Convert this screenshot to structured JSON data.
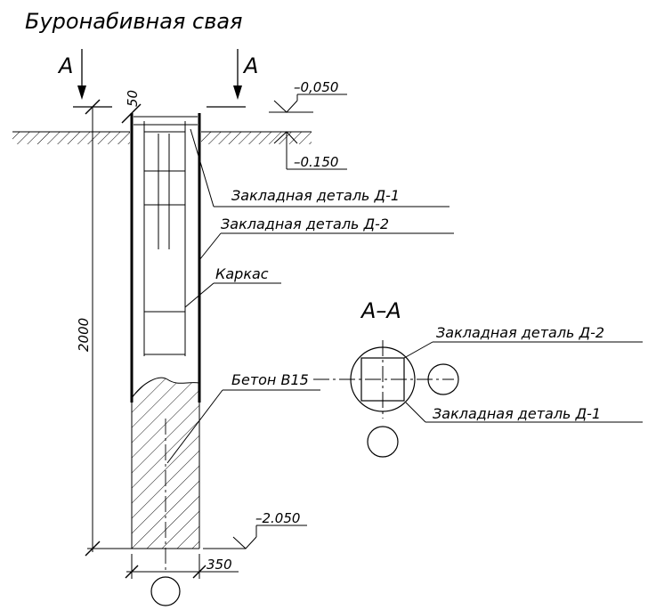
{
  "title": "Буронабивная свая",
  "section_marker": "A",
  "section_title": "A–A",
  "levels": {
    "top": "–0,050",
    "ground": "–0.150",
    "bottom": "–2.050"
  },
  "dimensions": {
    "offset": "50",
    "length": "2000",
    "diameter": "350"
  },
  "labels": {
    "embed_d1": "Закладная деталь Д-1",
    "embed_d2": "Закладная деталь Д-2",
    "cage": "Каркас",
    "concrete": "Бетон В15"
  }
}
